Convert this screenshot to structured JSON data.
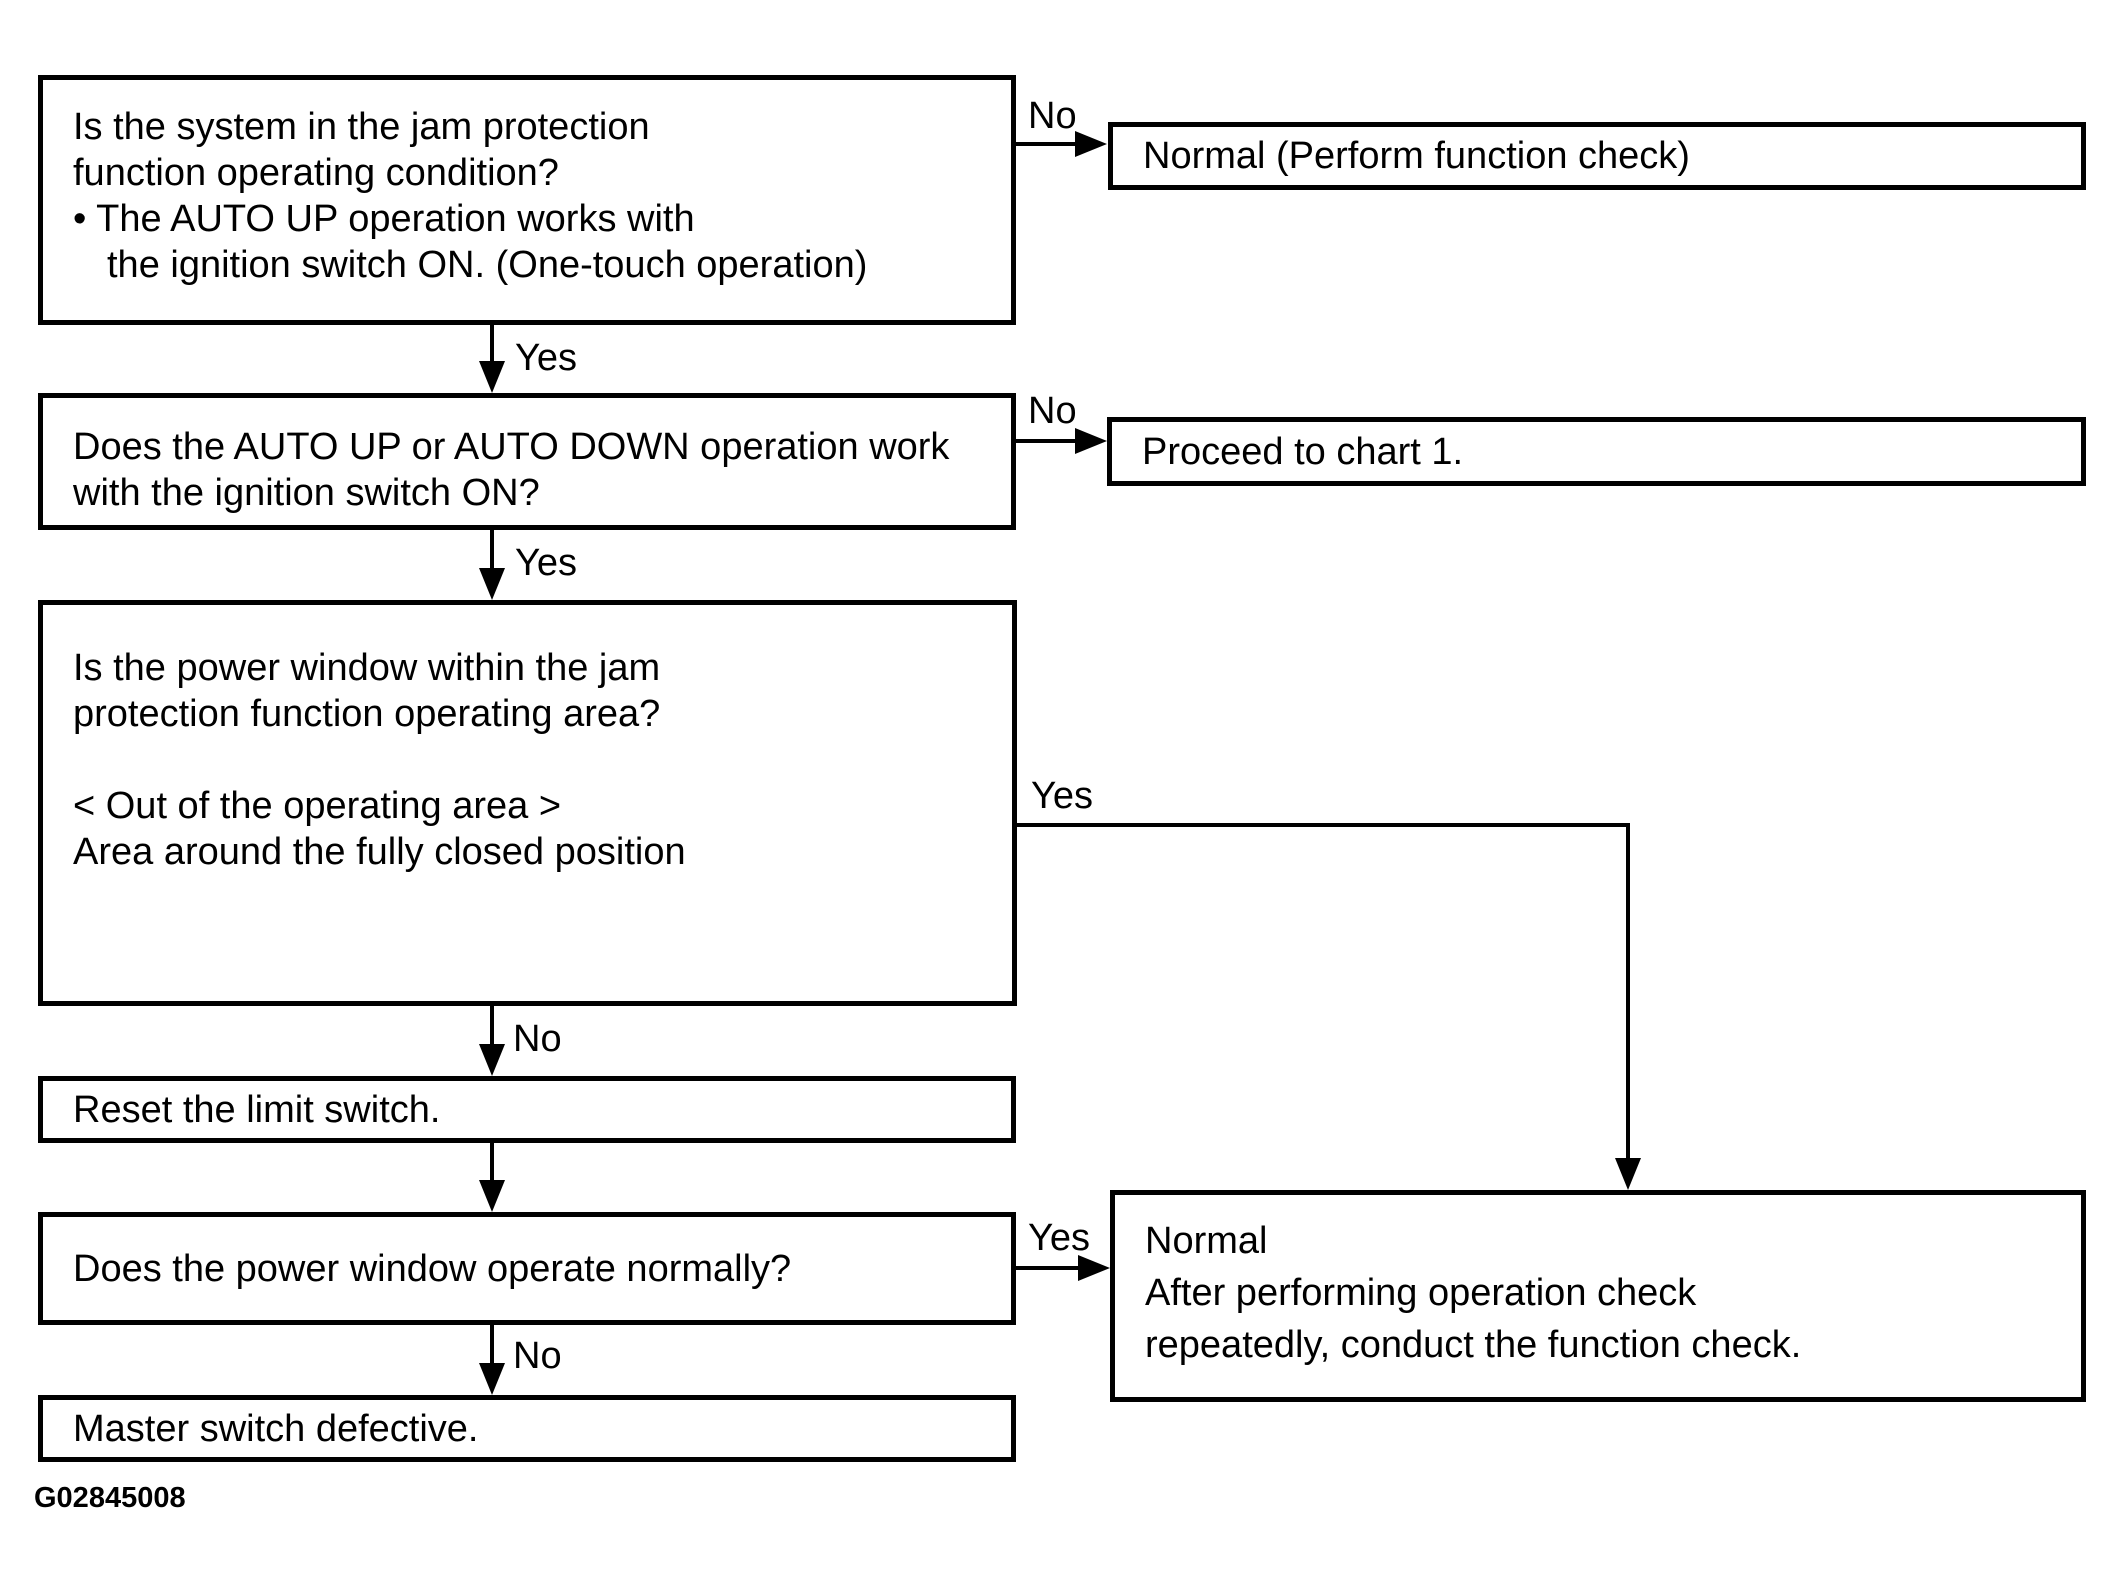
{
  "figure_id": "G02845008",
  "edge_labels": {
    "yes": "Yes",
    "no": "No"
  },
  "colors": {
    "line": "#000000",
    "background": "#ffffff"
  },
  "boxes": {
    "q1_jam_condition": {
      "lines": [
        "Is the system in the jam protection",
        "function operating condition?",
        "• The AUTO UP operation works with",
        "the ignition switch ON. (One-touch operation)"
      ]
    },
    "normal_function_check": {
      "label": "Normal (Perform function check)"
    },
    "q2_auto_up_down": {
      "lines": [
        "Does the AUTO UP or AUTO DOWN operation work",
        "with the ignition switch ON?"
      ]
    },
    "proceed_chart1": {
      "label": "Proceed to chart 1."
    },
    "q3_operating_area": {
      "lines": [
        "Is the power window within the jam",
        "protection function operating area?",
        "",
        "< Out of the operating area >",
        "Area around the fully closed position"
      ]
    },
    "reset_limit_switch": {
      "label": "Reset the limit switch."
    },
    "q4_operate_normally": {
      "label": "Does the power window operate normally?"
    },
    "normal_after_check": {
      "lines": [
        "Normal",
        "After performing operation check",
        "repeatedly, conduct the function check."
      ]
    },
    "master_switch_defective": {
      "label": "Master switch defective."
    }
  }
}
